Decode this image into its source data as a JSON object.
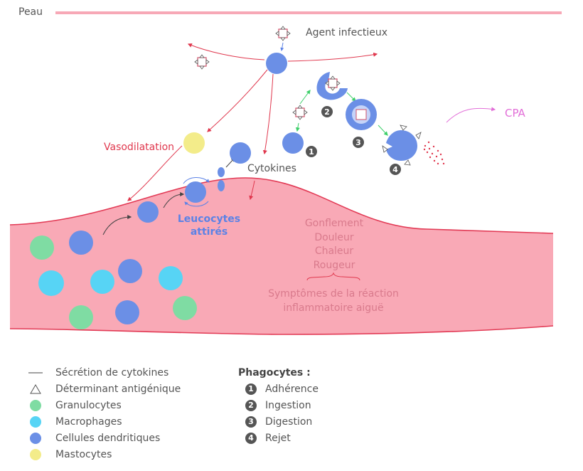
{
  "labels": {
    "skin": "Peau",
    "infectious_agent": "Agent infectieux",
    "cpa": "CPA",
    "vasodilatation": "Vasodilatation",
    "cytokines": "Cytokines",
    "attracted_leukocytes_line1": "Leucocytes",
    "attracted_leukocytes_line2": "attirés",
    "symptoms": [
      "Gonflement",
      "Douleur",
      "Chaleur",
      "Rougeur"
    ],
    "reaction_line1": "Symptômes de la réaction",
    "reaction_line2": "inflammatoire aiguë"
  },
  "step_badges": [
    "1",
    "2",
    "3",
    "4"
  ],
  "legend": {
    "items": [
      {
        "marker": "arrow",
        "text": "Sécrétion de cytokines"
      },
      {
        "marker": "triangle",
        "text": "Déterminant antigénique"
      },
      {
        "marker": "dot",
        "color": "#7fdca3",
        "text": "Granulocytes"
      },
      {
        "marker": "dot",
        "color": "#57d4f5",
        "text": "Macrophages"
      },
      {
        "marker": "dot",
        "color": "#6b8fe6",
        "text": "Cellules dendritiques"
      },
      {
        "marker": "dot",
        "color": "#f3ec8a",
        "text": "Mastocytes"
      }
    ]
  },
  "phagocytes": {
    "title": "Phagocytes :",
    "steps": [
      {
        "num": "1",
        "text": "Adhérence"
      },
      {
        "num": "2",
        "text": "Ingestion"
      },
      {
        "num": "3",
        "text": "Digestion"
      },
      {
        "num": "4",
        "text": "Rejet"
      }
    ]
  },
  "colors": {
    "skin_line": "#f7a8b6",
    "vessel_fill": "#f9a9b6",
    "vessel_stroke": "#e23a55",
    "arrow_red": "#e0384e",
    "arrow_green": "#3ecf6a",
    "arrow_violet": "#e26fd8",
    "dendritic": "#6b8fe6",
    "granulocyte": "#7fdca3",
    "macrophage": "#57d4f5",
    "mastocyte": "#f3ec8a"
  }
}
